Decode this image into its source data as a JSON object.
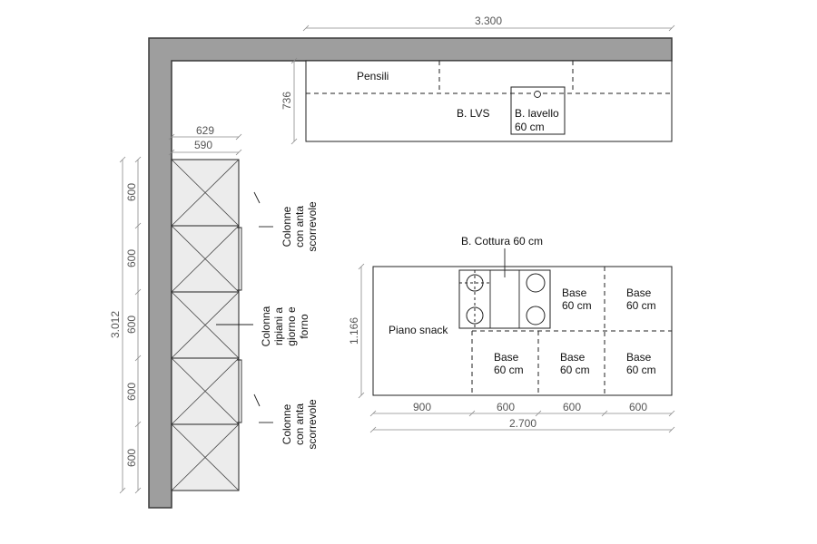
{
  "dimensions": {
    "top_width": "3.300",
    "upper_depth": "736",
    "column_outer": "629",
    "column_inner": "590",
    "wall_height": "3.012",
    "column_modules": [
      "600",
      "600",
      "600",
      "600",
      "600"
    ],
    "island_depth": "1.166",
    "island_segments": [
      "900",
      "600",
      "600",
      "600"
    ],
    "island_total": "2.700"
  },
  "labels": {
    "pensili": "Pensili",
    "b_lvs": "B. LVS",
    "b_lavello_1": "B. lavello",
    "b_lavello_2": "60 cm",
    "cottura": "B. Cottura 60 cm",
    "piano_snack": "Piano snack",
    "base": "Base",
    "base_size": "60 cm",
    "col_scorrevole_1": "Colonne",
    "col_scorrevole_2": "con anta",
    "col_scorrevole_3": "scorrevole",
    "col_forno_1": "Colonna",
    "col_forno_2": "ripiani a",
    "col_forno_3": "giorno e",
    "col_forno_4": "forno"
  }
}
